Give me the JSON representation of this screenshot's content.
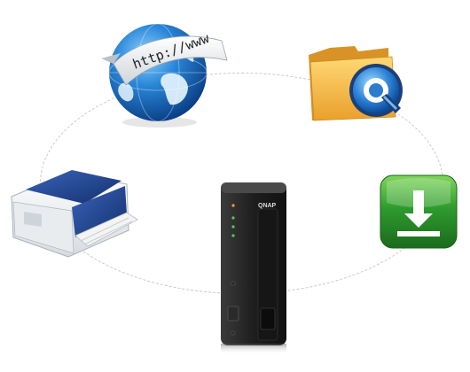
{
  "globe": {
    "url_label": "http://www",
    "icon": "globe-icon"
  },
  "folder": {
    "icon": "quicktime-folder-icon",
    "badge_letter": "Q"
  },
  "printer": {
    "icon": "printer-icon"
  },
  "download": {
    "icon": "download-icon"
  },
  "nas": {
    "icon": "nas-device-icon",
    "brand": "QNAP"
  },
  "colors": {
    "globe_blue": "#1a6fc4",
    "folder_orange": "#f3b53a",
    "printer_blue": "#1d3f8f",
    "download_green": "#2e9b2e",
    "nas_body": "#1e1e1e",
    "orbit": "#c8c8c8"
  }
}
